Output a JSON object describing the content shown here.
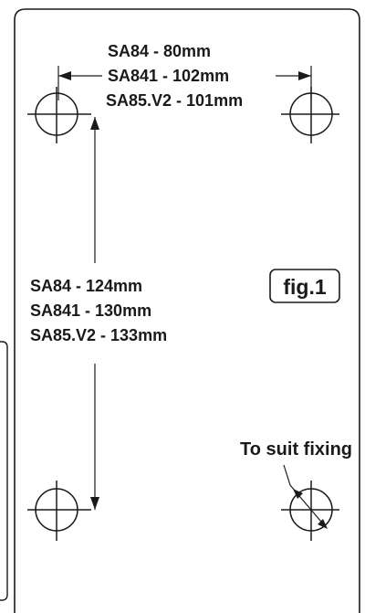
{
  "horizontal_spacing": {
    "lines": [
      "SA84 - 80mm",
      "SA841 - 102mm",
      "SA85.V2 - 101mm"
    ]
  },
  "vertical_spacing": {
    "lines": [
      "SA84 - 124mm",
      "SA841 - 130mm",
      "SA85.V2 - 133mm"
    ]
  },
  "figure_label": "fig.1",
  "fixing_note": "To suit fixing"
}
